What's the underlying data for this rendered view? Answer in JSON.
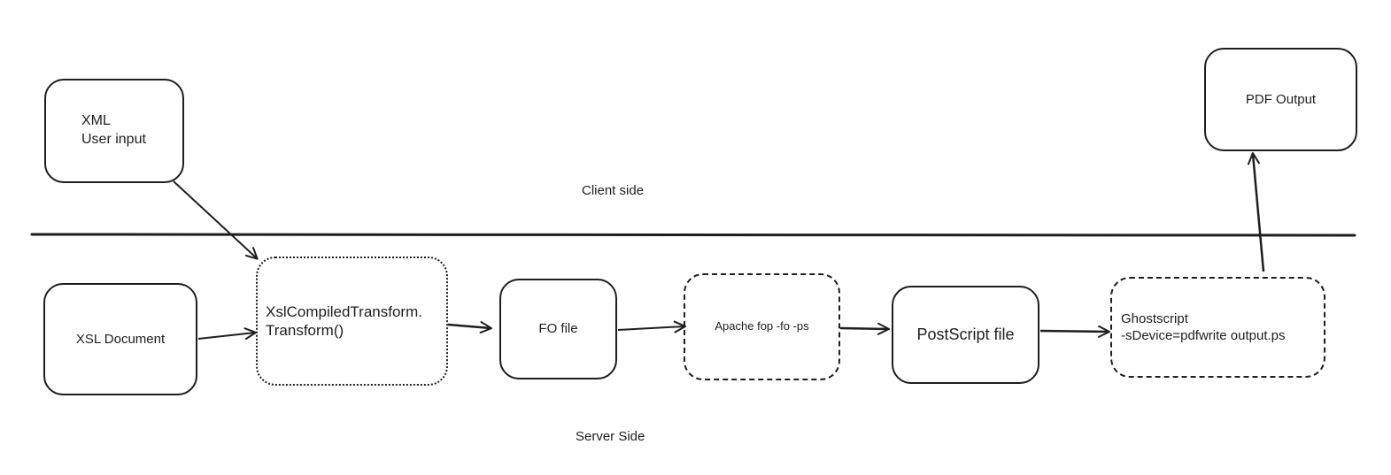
{
  "zones": {
    "client": "Client side",
    "server": "Server Side"
  },
  "nodes": {
    "xml_input": "XML\nUser input",
    "xsl_document": "XSL Document",
    "xsl_transform": "XslCompiledTransform.\nTransform()",
    "fo_file": "FO file",
    "apache_fop": "Apache fop -fo -ps",
    "postscript_file": "PostScript file",
    "ghostscript": "Ghostscript\n-sDevice=pdfwrite output.ps",
    "pdf_output": "PDF Output"
  },
  "colors": {
    "stroke": "#1e1e1e",
    "background": "#ffffff"
  }
}
